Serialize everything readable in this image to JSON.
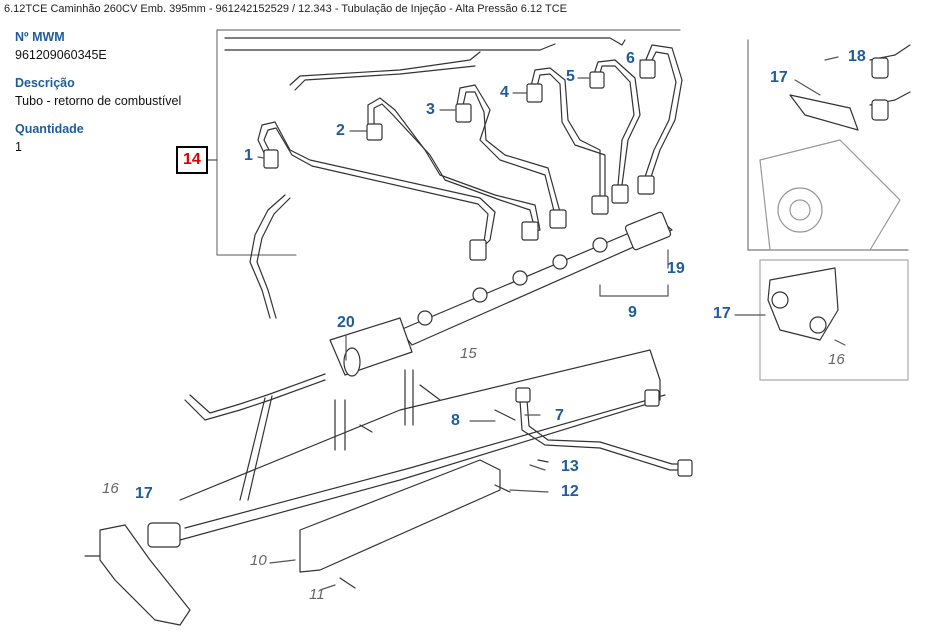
{
  "breadcrumb": "6.12TCE Caminhão 260CV Emb. 395mm - 961242152529  /  12.343 - Tubulação de Injeção - Alta Pressão 6.12 TCE",
  "part_info": {
    "number_label": "Nº MWM",
    "number_value": "961209060345E",
    "description_label": "Descrição",
    "description_value": "Tubo - retorno de combustível",
    "quantity_label": "Quantidade",
    "quantity_value": "1"
  },
  "selected_callout": "14",
  "callouts": {
    "c1": "1",
    "c2": "2",
    "c3": "3",
    "c4": "4",
    "c5": "5",
    "c6": "6",
    "c7": "7",
    "c8": "8",
    "c9": "9",
    "c10": "10",
    "c11": "11",
    "c12": "12",
    "c13": "13",
    "c15": "15",
    "c16a": "16",
    "c16b": "16",
    "c17a": "17",
    "c17b": "17",
    "c17c": "17",
    "c18": "18",
    "c19": "19",
    "c20": "20"
  }
}
